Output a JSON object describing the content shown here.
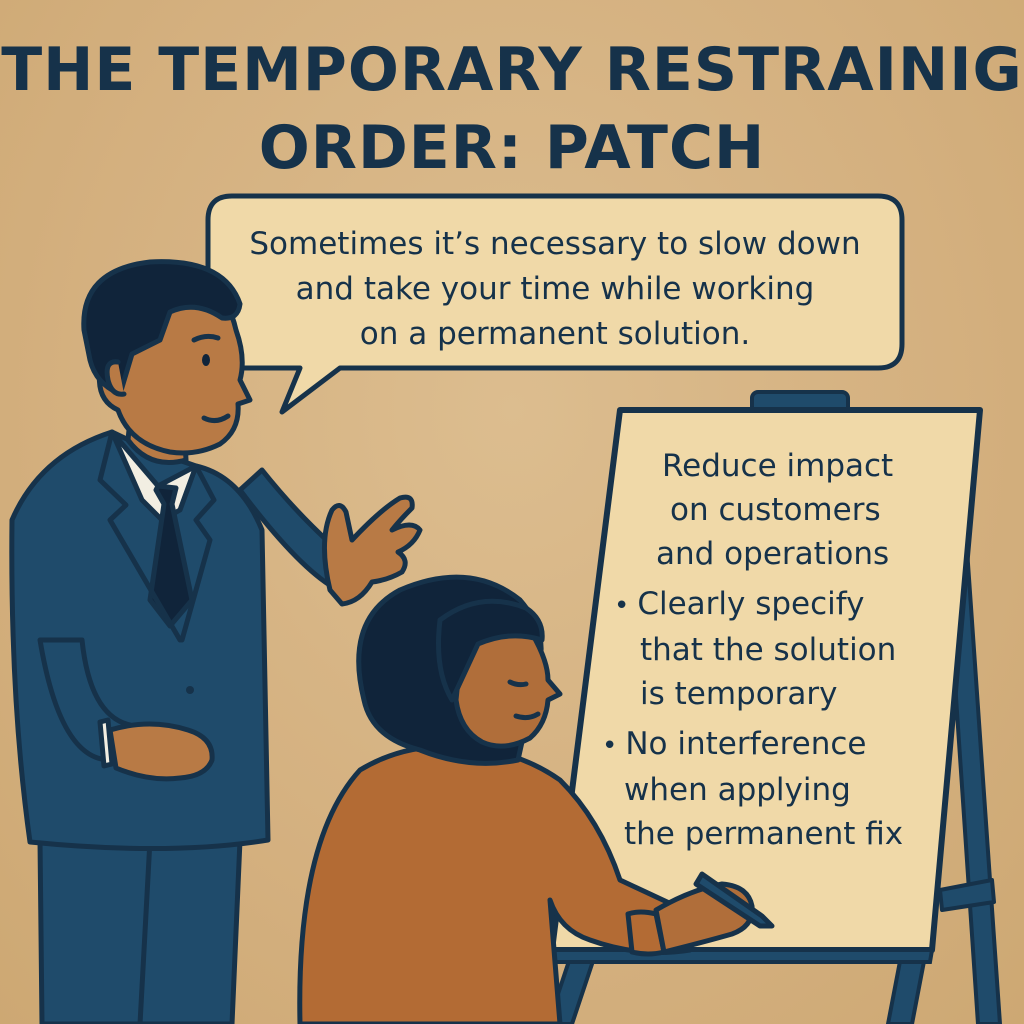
{
  "title": {
    "line1": "THE TEMPORARY RESTRAINIG",
    "line2": "ORDER: PATCH"
  },
  "speech_bubble": {
    "lines": [
      "Sometimes it’s necessary to slow down",
      "and take your time while working",
      "on a permanent solution."
    ]
  },
  "board": {
    "intro": [
      "Reduce impact",
      "on customers",
      "and operations"
    ],
    "bullets": [
      {
        "lines": [
          "Clearly specify",
          "that the solution",
          "is temporary"
        ]
      },
      {
        "lines": [
          "No interference",
          "when applying",
          "the permanent fix"
        ]
      }
    ],
    "bullet_glyph": "•"
  },
  "colors": {
    "background": "#d8b685",
    "ink": "#16324a",
    "suit": "#1f4b6b",
    "skin_man": "#b87a45",
    "skin_woman": "#b06e3a",
    "sweater": "#b36b34",
    "paper": "#f0d9a8"
  }
}
